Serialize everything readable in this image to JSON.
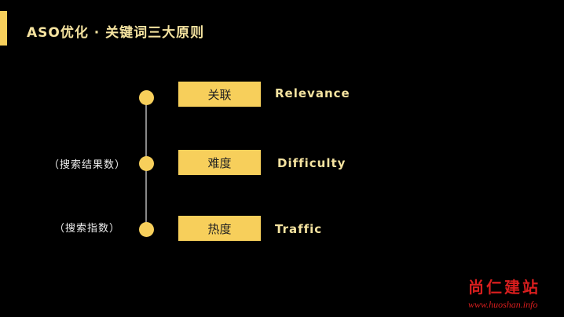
{
  "title": "ASO优化 · 关键词三大原则",
  "principles": [
    {
      "cn": "关联",
      "en": "Relevance",
      "side": ""
    },
    {
      "cn": "难度",
      "en": "Difficulty",
      "side": "（搜索结果数）"
    },
    {
      "cn": "热度",
      "en": "Traffic",
      "side": "（搜索指数）"
    }
  ],
  "watermark": {
    "name": "尚仁建站",
    "url": "www.huoshan.info"
  },
  "colors": {
    "accent": "#f7cf5b",
    "text": "#f5e3a0",
    "watermark": "#d81e1e"
  }
}
